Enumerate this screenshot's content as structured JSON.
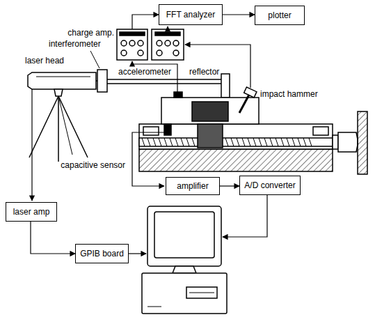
{
  "diagram": {
    "nodes": [
      {
        "text": [
          "FFT analyzer"
        ]
      },
      {
        "text": [
          "plotter"
        ]
      },
      {
        "text": [
          "charge amp."
        ]
      },
      {
        "text": [
          "amplifier"
        ]
      },
      {
        "text": [
          "A/D converter"
        ]
      },
      {
        "text": [
          "laser amp"
        ]
      },
      {
        "text": [
          "GPIB board"
        ]
      }
    ],
    "edges": [
      {
        "from": 2,
        "to": 0,
        "arrow": "to"
      },
      {
        "from": 0,
        "to": 1,
        "arrow": "to"
      },
      {
        "from": 3,
        "to": 4,
        "arrow": "to"
      },
      {
        "from": 5,
        "to": 6,
        "arrow": "to"
      }
    ],
    "labels": [
      "interferometer",
      "laser head",
      "accelerometer",
      "reflector",
      "impact hammer",
      "capacitive sensor"
    ]
  }
}
